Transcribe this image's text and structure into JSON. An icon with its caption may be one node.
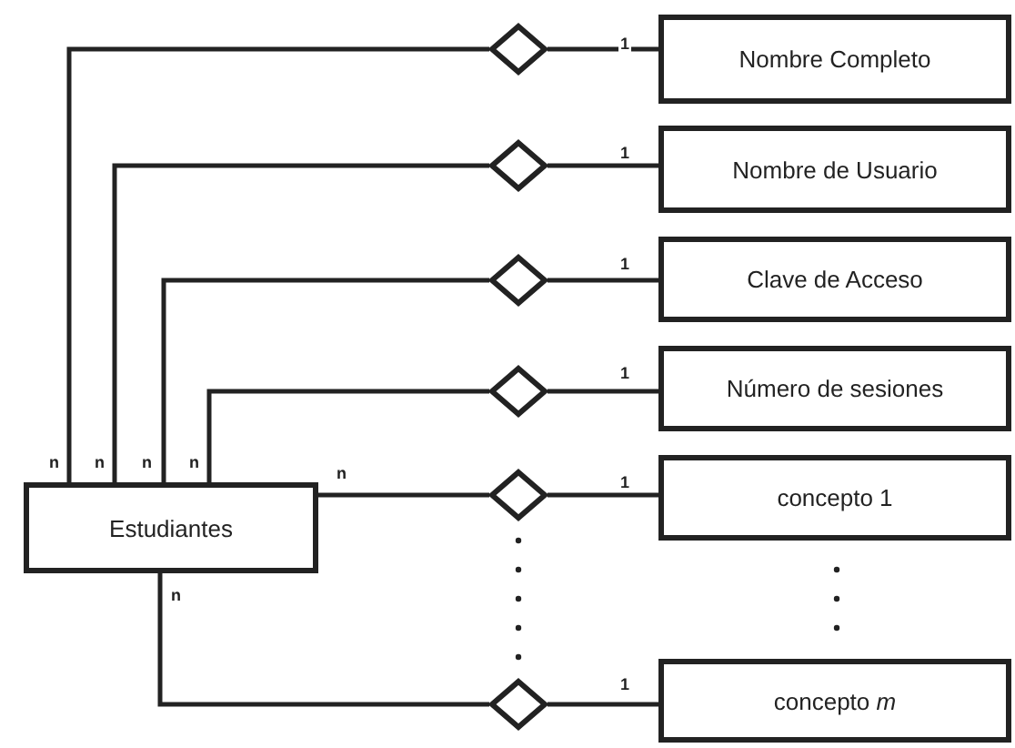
{
  "diagram": {
    "nodes": [
      {
        "text": [
          "Nombre Completo"
        ]
      },
      {
        "text": [
          "Nombre de Usuario"
        ]
      },
      {
        "text": [
          "Clave de Acceso"
        ]
      },
      {
        "text": [
          "Número de sesiones"
        ]
      },
      {
        "text": [
          "concepto 1"
        ]
      },
      {
        "text": [
          "concepto *m*"
        ]
      },
      {
        "text": [],
        "shape": "diamond"
      },
      {
        "text": [],
        "shape": "diamond"
      },
      {
        "text": [],
        "shape": "diamond"
      },
      {
        "text": [],
        "shape": "diamond"
      },
      {
        "text": [],
        "shape": "diamond"
      },
      {
        "text": [],
        "shape": "diamond"
      },
      {
        "text": [
          "Estudiantes"
        ]
      }
    ],
    "edges": [
      {
        "from": 12,
        "to": 6,
        "arrow": "none",
        "label": "n"
      },
      {
        "from": 12,
        "to": 7,
        "arrow": "none",
        "label": "n"
      },
      {
        "from": 12,
        "to": 8,
        "arrow": "none",
        "label": "n"
      },
      {
        "from": 12,
        "to": 9,
        "arrow": "none",
        "label": "n"
      },
      {
        "from": 12,
        "to": 10,
        "arrow": "none",
        "label": "n"
      },
      {
        "from": 12,
        "to": 11,
        "arrow": "none",
        "label": "n"
      },
      {
        "from": 6,
        "to": 0,
        "arrow": "none",
        "label": "1"
      },
      {
        "from": 7,
        "to": 1,
        "arrow": "none",
        "label": "1"
      },
      {
        "from": 8,
        "to": 2,
        "arrow": "none",
        "label": "1"
      },
      {
        "from": 9,
        "to": 3,
        "arrow": "none",
        "label": "1"
      },
      {
        "from": 10,
        "to": 4,
        "arrow": "none",
        "label": "1"
      },
      {
        "from": 11,
        "to": 5,
        "arrow": "none",
        "label": "1"
      }
    ]
  }
}
